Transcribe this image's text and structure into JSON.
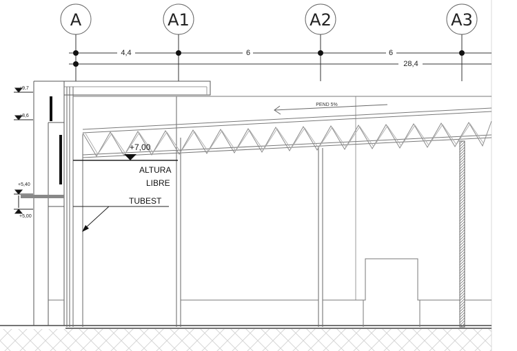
{
  "axes": [
    {
      "id": "A",
      "label": "A"
    },
    {
      "id": "A1",
      "label": "A1"
    },
    {
      "id": "A2",
      "label": "A2"
    },
    {
      "id": "A3",
      "label": "A3"
    }
  ],
  "dimensions": {
    "a_a1": "4,4",
    "a1_a2": "6",
    "a2_a3": "6",
    "total": "28,4"
  },
  "slope_label": "PEND 5%",
  "level_700": "+7,00",
  "altura_line1": "ALTURA",
  "altura_line2": "LIBRE",
  "tubest_label": "TUBEST",
  "levels": {
    "l97": "+9,7",
    "l86": "+8,6",
    "l540": "+5,40",
    "l500": "+5,00"
  },
  "colors": {
    "line": "#333333",
    "light_line": "#9a9a9a",
    "hatch": "#cfcfcf"
  }
}
